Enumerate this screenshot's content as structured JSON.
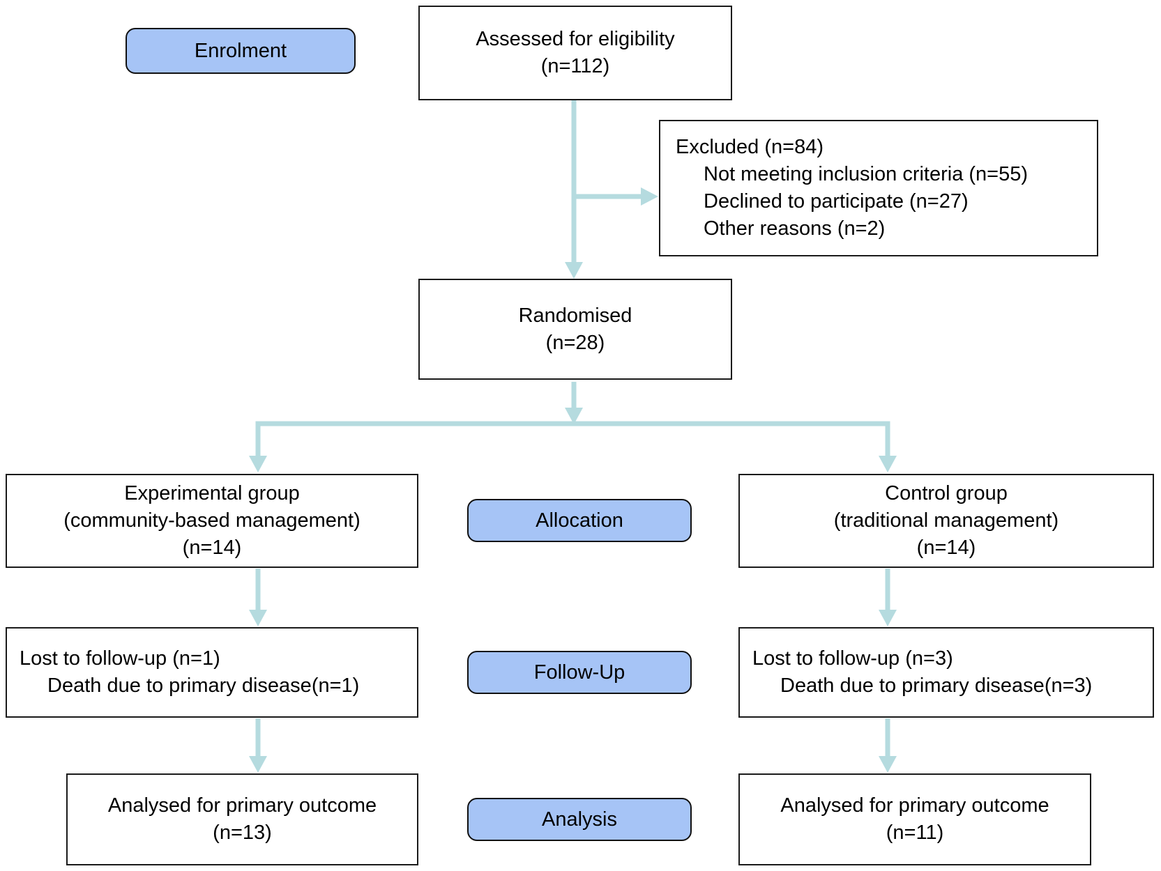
{
  "colors": {
    "stage_fill": "#a6c4f6",
    "arrow": "#b5dbdf",
    "border": "#1a1a1a"
  },
  "stages": {
    "enrolment": "Enrolment",
    "allocation": "Allocation",
    "follow_up": "Follow-Up",
    "analysis": "Analysis"
  },
  "enrolment": {
    "assessed": {
      "title": "Assessed for eligibility",
      "n": "(n=112)"
    },
    "excluded": {
      "title": "Excluded (n=84)",
      "reasons": [
        "Not meeting inclusion criteria (n=55)",
        "Declined to participate (n=27)",
        "Other reasons (n=2)"
      ]
    },
    "randomised": {
      "title": "Randomised",
      "n": "(n=28)"
    }
  },
  "allocation": {
    "experimental": {
      "title": "Experimental group",
      "subtitle": "(community-based management)",
      "n": "(n=14)"
    },
    "control": {
      "title": "Control group",
      "subtitle": "(traditional management)",
      "n": "(n=14)"
    }
  },
  "follow_up": {
    "experimental": {
      "line1": "Lost to follow-up (n=1)",
      "line2": "Death due to primary disease(n=1)"
    },
    "control": {
      "line1": "Lost to follow-up (n=3)",
      "line2": "Death due to primary disease(n=3)"
    }
  },
  "analysis": {
    "experimental": {
      "line1": "Analysed for primary outcome",
      "n": "(n=13)"
    },
    "control": {
      "line1": "Analysed for primary outcome",
      "n": "(n=11)"
    }
  }
}
